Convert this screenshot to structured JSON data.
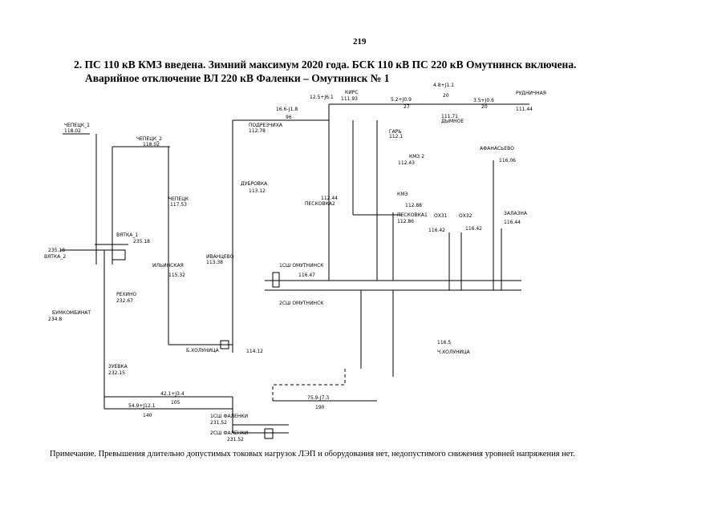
{
  "page_number": "219",
  "title": {
    "line1": "2. ПС 110 кВ КМЗ введена. Зимний максимум 2020 года. БСК 110 кВ ПС 220 кВ Омутнинск включена.",
    "line2": "Аварийное отключение ВЛ 220 кВ Фаленки – Омутнинск № 1"
  },
  "note": "Примечание. Превышения длительно допустимых токовых нагрузок ЛЭП и оборудования нет, недопустимого снижения уровней напряжения нет.",
  "scheme": {
    "buses": [
      {
        "id": "cheptsa1",
        "name": "ЧЕПЕЦК_1",
        "voltage": "118.02"
      },
      {
        "id": "cheptsa2",
        "name": "ЧЕПЕЦК_2",
        "voltage": "118.02"
      },
      {
        "id": "vyatka1",
        "name": "ВЯТКА_1",
        "voltage": "235.18"
      },
      {
        "id": "vyatka2",
        "name": "ВЯТКА_2",
        "voltage": "235.18"
      },
      {
        "id": "chepetsk",
        "name": "ЧЕПЕЦК",
        "voltage": "117.53"
      },
      {
        "id": "ilinskaya",
        "name": "ИЛЬИНСКАЯ",
        "voltage": "115.32"
      },
      {
        "id": "rekhino",
        "name": "РЕХИНО",
        "voltage": "232.67"
      },
      {
        "id": "bumkomb",
        "name": "БУМКОМБИНАТ",
        "voltage": "234.8"
      },
      {
        "id": "zuevka",
        "name": "ЗУЕВКА",
        "voltage": "232.15"
      },
      {
        "id": "podrez",
        "name": "ПОДРЕЗЧИХА",
        "voltage": "112.78"
      },
      {
        "id": "dubrovka",
        "name": "ДУБРОВКА",
        "voltage": "113.12"
      },
      {
        "id": "ivantsevo",
        "name": "ИВАНЦЕВО",
        "voltage": "113.38"
      },
      {
        "id": "bkholun",
        "name": "Б.ХОЛУНИЦА",
        "voltage": "114.12"
      },
      {
        "id": "kirs",
        "name": "КИРС",
        "voltage": "111.93"
      },
      {
        "id": "garb",
        "name": "ГАРЬ",
        "voltage": "112.1"
      },
      {
        "id": "dymnoe",
        "name": "ДЫМНОЕ",
        "voltage": "111.71"
      },
      {
        "id": "rudnichnaya",
        "name": "РУДНИЧНАЯ",
        "voltage": "111.44"
      },
      {
        "id": "kmz",
        "name": "КМЗ",
        "voltage": "112.88"
      },
      {
        "id": "kmz2",
        "name": "КМЗ 2",
        "voltage": "112.43"
      },
      {
        "id": "peskovka2",
        "name": "ПЕСКОВКА2",
        "voltage": "112.44"
      },
      {
        "id": "peskovka1",
        "name": "ПЕСКОВКА1",
        "voltage": "112.86"
      },
      {
        "id": "afanasevo",
        "name": "АФАНАСЬЕВО",
        "voltage": "116.06"
      },
      {
        "id": "zalazna",
        "name": "ЗАЛАЗНА",
        "voltage": "116.44"
      },
      {
        "id": "oz31",
        "name": "ОХ31",
        "voltage": "116.42"
      },
      {
        "id": "oz32",
        "name": "ОХ32",
        "voltage": "116.42"
      },
      {
        "id": "omut1",
        "name": "1СШ ОМУТНИНСК",
        "voltage": "116.47"
      },
      {
        "id": "omut2",
        "name": "2СШ ОМУТНИНСК",
        "voltage": ""
      },
      {
        "id": "chkholun",
        "name": "Ч.ХОЛУНИЦА",
        "voltage": "116.5"
      },
      {
        "id": "fal1",
        "name": "1СШ ФАЛЕНКИ",
        "voltage": "231.52"
      },
      {
        "id": "fal2",
        "name": "2СШ ФАЛЕНКИ",
        "voltage": "231.52"
      }
    ],
    "flows": [
      {
        "label": "4.8+J1.1",
        "line": "20"
      },
      {
        "label": "5.2+J0.9",
        "line": "27"
      },
      {
        "label": "3.5+J0.6",
        "line": "20"
      },
      {
        "label": "12.5+J6.1",
        "line": ""
      },
      {
        "label": "16.6-J1.8",
        "line": "96"
      },
      {
        "label": "42.1+J3.4",
        "line": "105"
      },
      {
        "label": "54.9+J12.1",
        "line": "140"
      },
      {
        "label": "75.9-J7.3",
        "line": "190"
      }
    ]
  }
}
